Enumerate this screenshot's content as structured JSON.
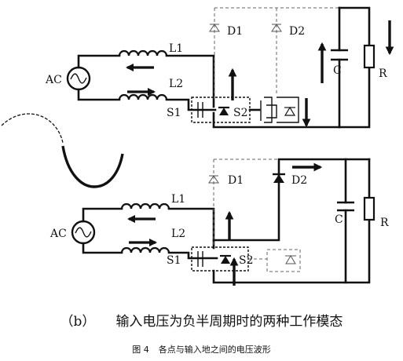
{
  "top": {
    "labels": {
      "ac": "AC",
      "l1": "L1",
      "l2": "L2",
      "s1": "S1",
      "s2": "S2",
      "d1": "D1",
      "d2": "D2",
      "c": "C",
      "r": "R"
    }
  },
  "bottom": {
    "labels": {
      "ac": "AC",
      "l1": "L1",
      "l2": "L2",
      "s1": "S1",
      "s2": "S2",
      "d1": "D1",
      "d2": "D2",
      "c": "C",
      "r": "R"
    }
  },
  "caption": {
    "label": "（b）",
    "text": "输入电压为负半周期时的两种工作模态"
  },
  "figure": {
    "number": "图 4",
    "title": "各点与输入地之间的电压波形"
  }
}
